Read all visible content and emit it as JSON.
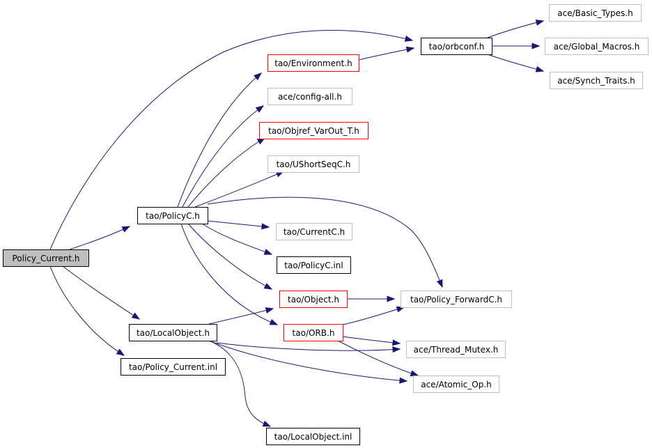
{
  "colors": {
    "edge": "#191970",
    "root_fill": "#bfbfbf",
    "border_black": "#000000",
    "border_red": "#ff0000",
    "border_gray": "#bfbfbf"
  },
  "nodes": [
    {
      "id": "policy_current_h",
      "label": "Policy_Current.h",
      "style": "root"
    },
    {
      "id": "tao_policyc_h",
      "label": "tao/PolicyC.h",
      "style": "black"
    },
    {
      "id": "tao_localobject_h",
      "label": "tao/LocalObject.h",
      "style": "black"
    },
    {
      "id": "tao_policy_current_inl",
      "label": "tao/Policy_Current.inl",
      "style": "black"
    },
    {
      "id": "tao_orbconf_h",
      "label": "tao/orbconf.h",
      "style": "black"
    },
    {
      "id": "tao_environment_h",
      "label": "tao/Environment.h",
      "style": "red"
    },
    {
      "id": "ace_config_all_h",
      "label": "ace/config-all.h",
      "style": "gray"
    },
    {
      "id": "tao_objref_varout_t_h",
      "label": "tao/Objref_VarOut_T.h",
      "style": "red"
    },
    {
      "id": "tao_ushortseqc_h",
      "label": "tao/UShortSeqC.h",
      "style": "gray"
    },
    {
      "id": "tao_currentc_h",
      "label": "tao/CurrentC.h",
      "style": "gray"
    },
    {
      "id": "tao_policyc_inl",
      "label": "tao/PolicyC.inl",
      "style": "black"
    },
    {
      "id": "tao_object_h",
      "label": "tao/Object.h",
      "style": "red"
    },
    {
      "id": "tao_orb_h",
      "label": "tao/ORB.h",
      "style": "red"
    },
    {
      "id": "tao_localobject_inl",
      "label": "tao/LocalObject.inl",
      "style": "black"
    },
    {
      "id": "tao_policy_forwardc_h",
      "label": "tao/Policy_ForwardC.h",
      "style": "gray"
    },
    {
      "id": "ace_thread_mutex_h",
      "label": "ace/Thread_Mutex.h",
      "style": "gray"
    },
    {
      "id": "ace_atomic_op_h",
      "label": "ace/Atomic_Op.h",
      "style": "gray"
    },
    {
      "id": "ace_basic_types_h",
      "label": "ace/Basic_Types.h",
      "style": "gray"
    },
    {
      "id": "ace_global_macros_h",
      "label": "ace/Global_Macros.h",
      "style": "gray"
    },
    {
      "id": "ace_synch_traits_h",
      "label": "ace/Synch_Traits.h",
      "style": "gray"
    }
  ],
  "edges": [
    {
      "from": "policy_current_h",
      "to": "tao_orbconf_h"
    },
    {
      "from": "policy_current_h",
      "to": "tao_policyc_h"
    },
    {
      "from": "policy_current_h",
      "to": "tao_localobject_h"
    },
    {
      "from": "policy_current_h",
      "to": "tao_policy_current_inl"
    },
    {
      "from": "tao_policyc_h",
      "to": "tao_environment_h"
    },
    {
      "from": "tao_policyc_h",
      "to": "ace_config_all_h"
    },
    {
      "from": "tao_policyc_h",
      "to": "tao_objref_varout_t_h"
    },
    {
      "from": "tao_policyc_h",
      "to": "tao_ushortseqc_h"
    },
    {
      "from": "tao_policyc_h",
      "to": "tao_policy_forwardc_h"
    },
    {
      "from": "tao_policyc_h",
      "to": "tao_currentc_h"
    },
    {
      "from": "tao_policyc_h",
      "to": "tao_policyc_inl"
    },
    {
      "from": "tao_policyc_h",
      "to": "tao_object_h"
    },
    {
      "from": "tao_policyc_h",
      "to": "tao_orb_h"
    },
    {
      "from": "tao_environment_h",
      "to": "tao_orbconf_h"
    },
    {
      "from": "tao_orbconf_h",
      "to": "ace_basic_types_h"
    },
    {
      "from": "tao_orbconf_h",
      "to": "ace_global_macros_h"
    },
    {
      "from": "tao_orbconf_h",
      "to": "ace_synch_traits_h"
    },
    {
      "from": "tao_localobject_h",
      "to": "tao_object_h"
    },
    {
      "from": "tao_localobject_h",
      "to": "ace_thread_mutex_h"
    },
    {
      "from": "tao_localobject_h",
      "to": "ace_atomic_op_h"
    },
    {
      "from": "tao_localobject_h",
      "to": "tao_localobject_inl"
    },
    {
      "from": "tao_object_h",
      "to": "tao_policy_forwardc_h"
    },
    {
      "from": "tao_orb_h",
      "to": "tao_policy_forwardc_h"
    },
    {
      "from": "tao_orb_h",
      "to": "ace_thread_mutex_h"
    },
    {
      "from": "tao_orb_h",
      "to": "ace_atomic_op_h"
    }
  ]
}
